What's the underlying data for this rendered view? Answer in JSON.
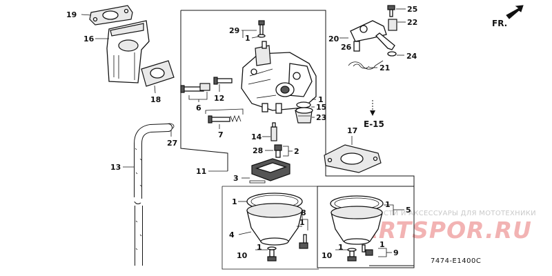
{
  "diagram": {
    "direction_label": "FR.",
    "section_ref": "E-15",
    "diagram_code": "7474-E1400C",
    "watermark_text": "ЗАПЧАСТИ И АКСЕССУАРЫ ДЛЯ МОТОТЕХНИКИ",
    "watermark_logo": "PARTSPOR.RU",
    "callouts": {
      "c1_a": "1",
      "c1_b": "1",
      "c1_c": "1",
      "c1_d": "1",
      "c1_e": "1",
      "c1_f": "1",
      "c1_g": "1",
      "c1_h": "1",
      "c2": "2",
      "c3": "3",
      "c4": "4",
      "c5": "5",
      "c6": "6",
      "c7": "7",
      "c8": "8",
      "c9": "9",
      "c10_a": "10",
      "c10_b": "10",
      "c11": "11",
      "c12": "12",
      "c13": "13",
      "c14": "14",
      "c15": "15",
      "c16": "16",
      "c17": "17",
      "c18": "18",
      "c19": "19",
      "c20": "20",
      "c21": "21",
      "c22": "22",
      "c23": "23",
      "c24": "24",
      "c25": "25",
      "c26": "26",
      "c27": "27",
      "c28": "28",
      "c29": "29"
    }
  }
}
